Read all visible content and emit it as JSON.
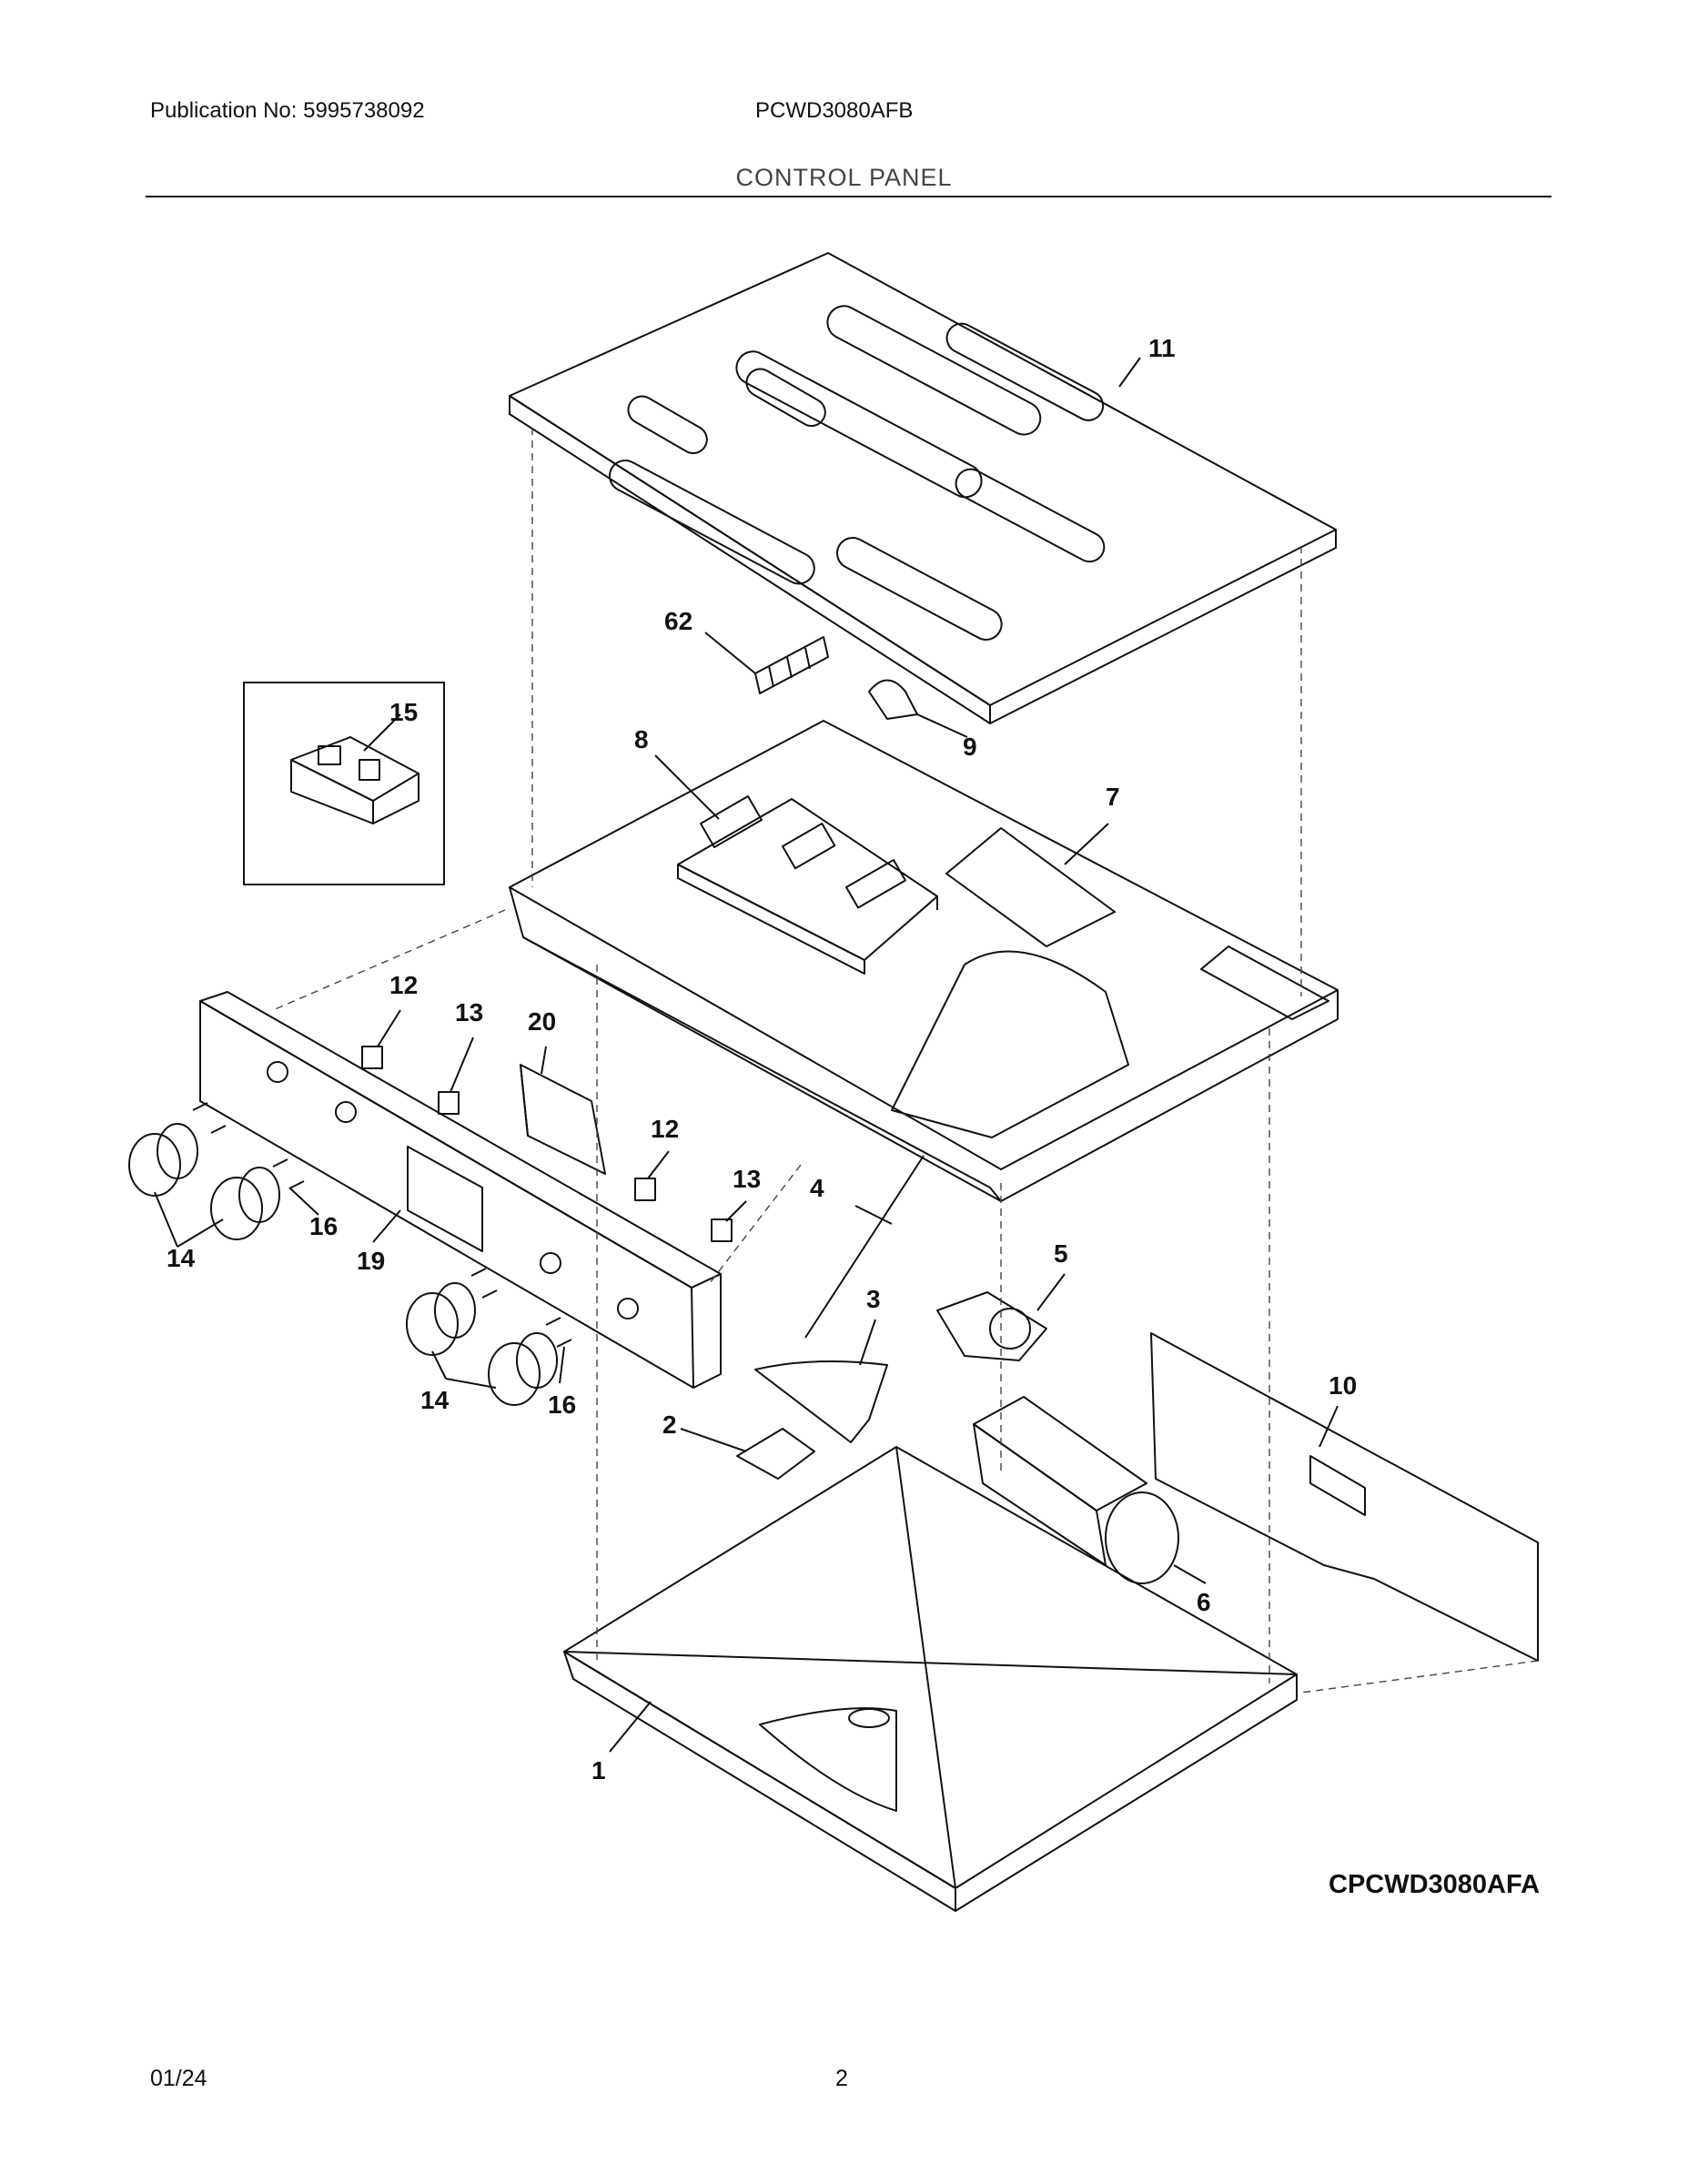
{
  "header": {
    "publication": "Publication No: 5995738092",
    "model": "PCWD3080AFB"
  },
  "section_title": "CONTROL PANEL",
  "diagram": {
    "code": "CPCWD3080AFA",
    "callouts": {
      "c1": "1",
      "c2": "2",
      "c3": "3",
      "c4": "4",
      "c5": "5",
      "c6": "6",
      "c7": "7",
      "c8": "8",
      "c9": "9",
      "c10": "10",
      "c11": "11",
      "c12a": "12",
      "c12b": "12",
      "c13a": "13",
      "c13b": "13",
      "c14a": "14",
      "c14b": "14",
      "c15": "15",
      "c16a": "16",
      "c16b": "16",
      "c19": "19",
      "c20": "20",
      "c62": "62"
    }
  },
  "footer": {
    "date": "01/24",
    "page": "2"
  }
}
